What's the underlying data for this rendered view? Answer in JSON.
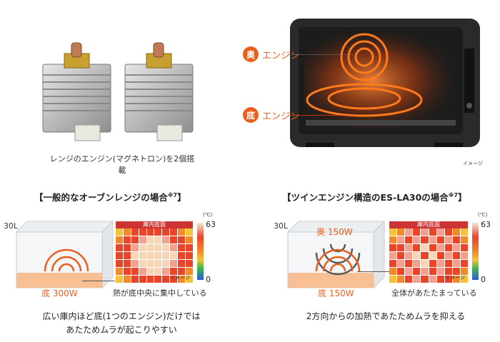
{
  "top_left": {
    "caption": "レンジのエンジン(マグネトロン)を2個搭載"
  },
  "top_right": {
    "callouts": [
      {
        "badge": "奥",
        "label": "エンジン"
      },
      {
        "badge": "底",
        "label": "エンジン"
      }
    ],
    "image_note": "イメージ"
  },
  "left_panel": {
    "heading": "【一般的なオーブンレンジの場合",
    "heading_sup": "※7",
    "heading_end": "】",
    "capacity": "30L",
    "source_label": "底 300W",
    "heatmap_title": "庫内底面",
    "scale_unit": "(℃)",
    "scale_max": "63",
    "scale_min": "0",
    "image_note": "イメージ",
    "heatmap_caption": "熱が底中央に集中している",
    "desc_line1": "広い庫内ほど底(1つのエンジン)だけでは",
    "desc_line2": "あたためムラが起こりやすい"
  },
  "right_panel": {
    "heading": "【ツインエンジン構造のES-LA30の場合",
    "heading_sup": "※7",
    "heading_end": "】",
    "capacity": "30L",
    "source_top_label": "奥 150W",
    "source_bottom_label": "底 150W",
    "heatmap_title": "庫内底面",
    "scale_unit": "(℃)",
    "scale_max": "63",
    "scale_min": "0",
    "image_note": "イメージ",
    "heatmap_caption": "全体があたたまっている",
    "desc_line1": "2方向からの加熱であたためムラを抑える"
  },
  "colors": {
    "accent": "#e8601c",
    "heat_hot": "#f5d7b8",
    "heat_warm": "#e8452a",
    "heat_mid": "#f08a2a",
    "heat_cool": "#f6c23a"
  }
}
